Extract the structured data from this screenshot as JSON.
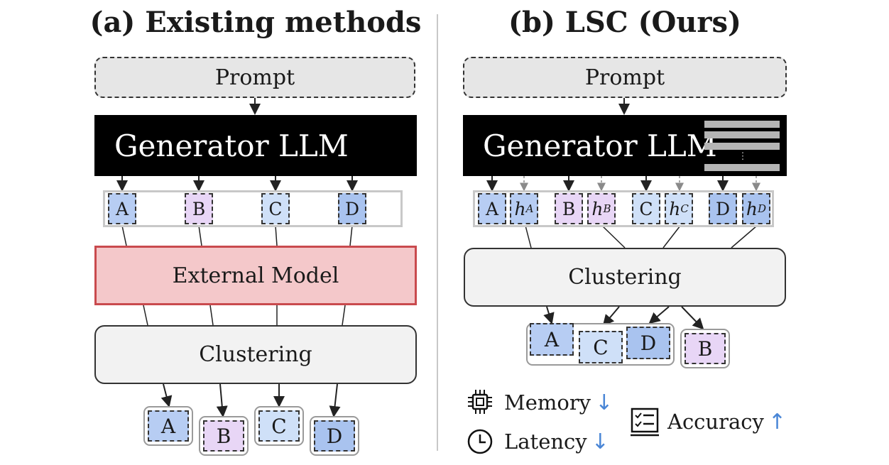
{
  "left": {
    "title": "(a) Existing methods",
    "prompt": "Prompt",
    "generator": "Generator LLM",
    "tokens": [
      "A",
      "B",
      "C",
      "D"
    ],
    "external_model": "External Model",
    "clustering": "Clustering",
    "outputs": [
      "A",
      "B",
      "C",
      "D"
    ]
  },
  "right": {
    "title": "(b) LSC (Ours)",
    "prompt": "Prompt",
    "generator": "Generator LLM",
    "tokens": [
      "A",
      "B",
      "C",
      "D"
    ],
    "hidden": [
      {
        "h": "h",
        "sub": "A"
      },
      {
        "h": "h",
        "sub": "B"
      },
      {
        "h": "h",
        "sub": "C"
      },
      {
        "h": "h",
        "sub": "D"
      }
    ],
    "clustering": "Clustering",
    "cluster_group": [
      "A",
      "C",
      "D"
    ],
    "cluster_single": [
      "B"
    ],
    "layer_ellipsis": "⋮"
  },
  "legend": {
    "memory": "Memory",
    "latency": "Latency",
    "accuracy": "Accuracy",
    "down_arrow": "↓",
    "up_arrow": "↑"
  },
  "icons": {
    "memory": "chip-icon",
    "latency": "clock-icon",
    "accuracy": "checklist-icon"
  },
  "colors": {
    "token_blue": "#b7cdf3",
    "token_purple": "#e8d6f6",
    "external_model_fill": "#f4c8ca",
    "external_model_border": "#c94a4e",
    "arrow_accent": "#4a86d6"
  }
}
